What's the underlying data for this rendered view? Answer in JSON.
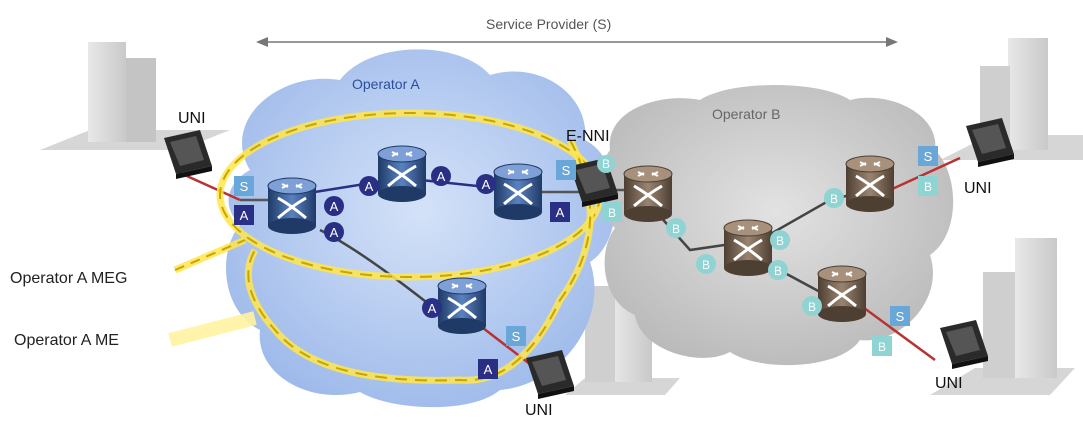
{
  "labels": {
    "service_provider": "Service Provider (S)",
    "operator_a": "Operator A",
    "operator_b": "Operator B",
    "uni": "UNI",
    "enni": "E-NNI",
    "meg": "Operator A MEG",
    "me": "Operator A ME"
  },
  "badges": {
    "service": "S",
    "operator_a": "A",
    "operator_b": "B"
  },
  "colors": {
    "operator_a_cloud": "#b9cff2",
    "operator_b_cloud": "#cfcfcf",
    "router_a": "#2e4f86",
    "router_b": "#6e5a4a",
    "badge_a": "#2a2f86",
    "badge_s": "#6aa7d9",
    "badge_b": "#8fd3d3",
    "meg_highlight": "#ffe64d",
    "uni_link": "#b83232"
  }
}
